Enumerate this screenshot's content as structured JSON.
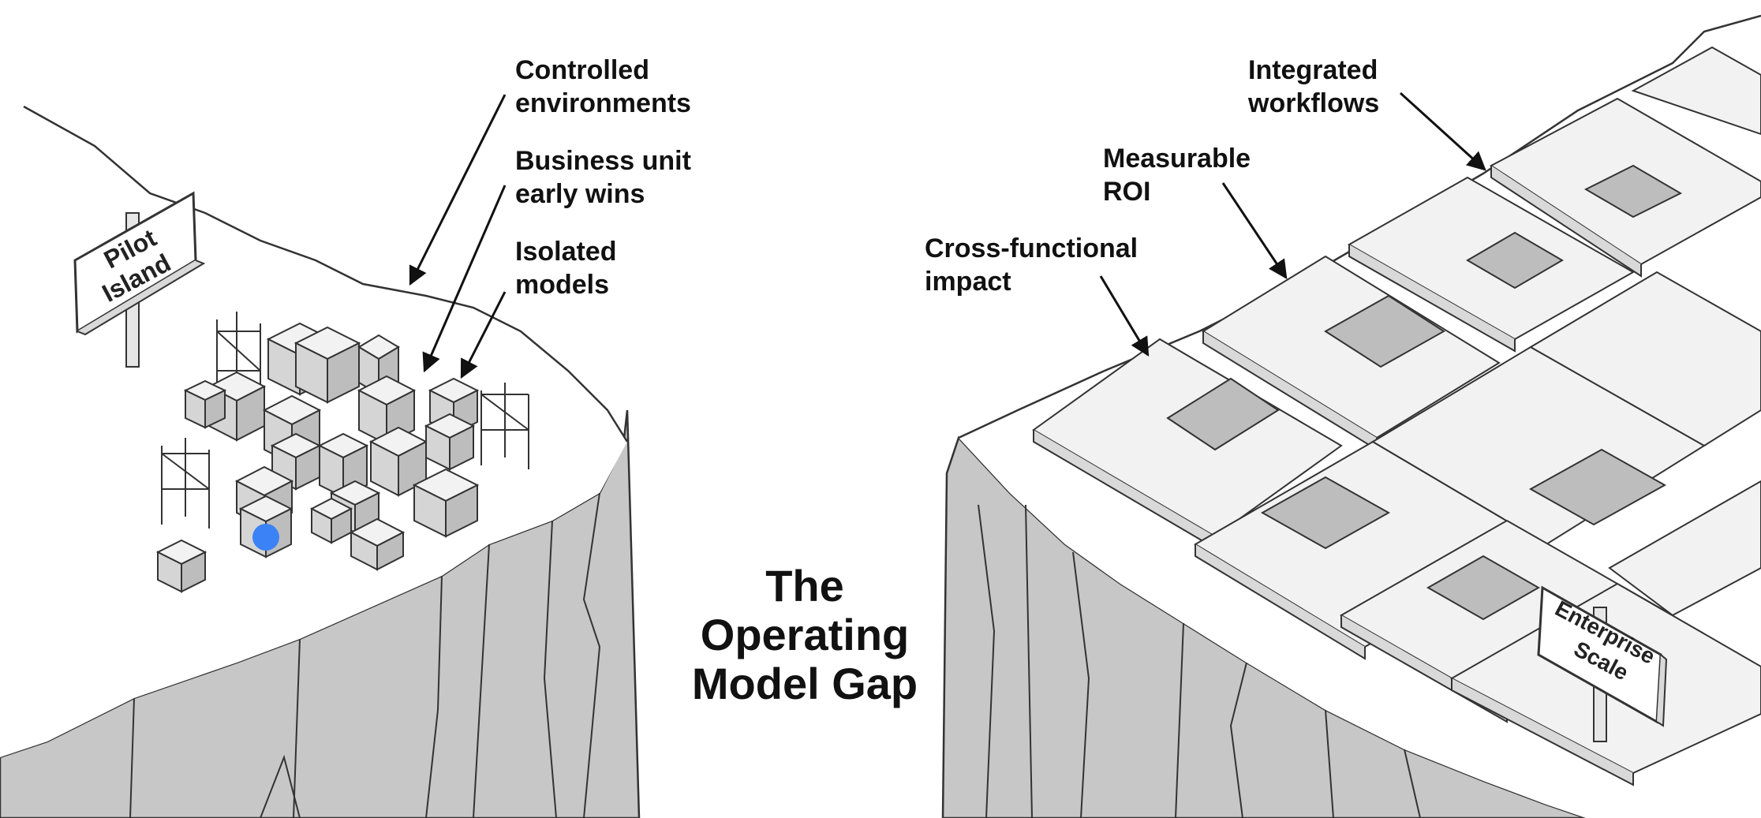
{
  "title": {
    "line1": "The",
    "line2": "Operating",
    "line3": "Model Gap"
  },
  "signs": {
    "left": {
      "line1": "Pilot",
      "line2": "Island"
    },
    "right": {
      "line1": "Enterprise",
      "line2": "Scale"
    }
  },
  "left_labels": [
    {
      "line1": "Controlled",
      "line2": "environments"
    },
    {
      "line1": "Business unit",
      "line2": "early wins"
    },
    {
      "line1": "Isolated",
      "line2": "models"
    }
  ],
  "right_labels": [
    {
      "line1": "Integrated",
      "line2": "workflows"
    },
    {
      "line1": "Measurable",
      "line2": "ROI"
    },
    {
      "line1": "Cross-functional",
      "line2": "impact"
    }
  ],
  "colors": {
    "cliff": "#c7c7c7",
    "cliff_edge": "#333333",
    "ground": "#ffffff",
    "marker": "#3b82f6"
  }
}
